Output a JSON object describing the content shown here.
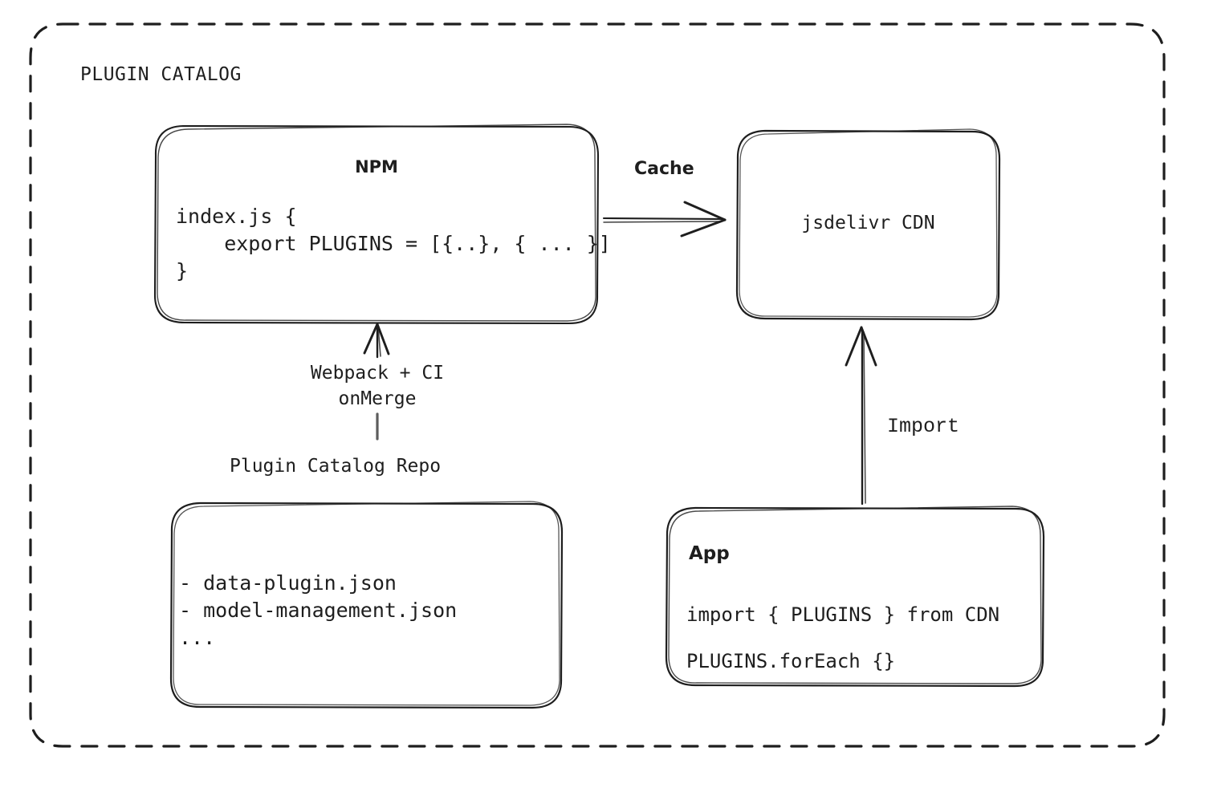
{
  "diagram": {
    "group_label": "PLUGIN CATALOG",
    "stroke_color": "#1e1e1e",
    "background_color": "#ffffff"
  },
  "nodes": {
    "npm": {
      "title": "NPM",
      "code": "index.js {\n    export PLUGINS = [{..}, { ... }]\n}"
    },
    "cdn": {
      "label": "jsdelivr CDN"
    },
    "repo": {
      "caption": "Plugin Catalog Repo",
      "items": "- data-plugin.json\n- model-management.json\n..."
    },
    "app": {
      "title": "App",
      "line1": "import { PLUGINS } from CDN",
      "line2": "PLUGINS.forEach {}"
    }
  },
  "edges": {
    "cache": {
      "label": "Cache"
    },
    "build": {
      "label": "Webpack + CI\nonMerge"
    },
    "import": {
      "label": "Import"
    }
  }
}
